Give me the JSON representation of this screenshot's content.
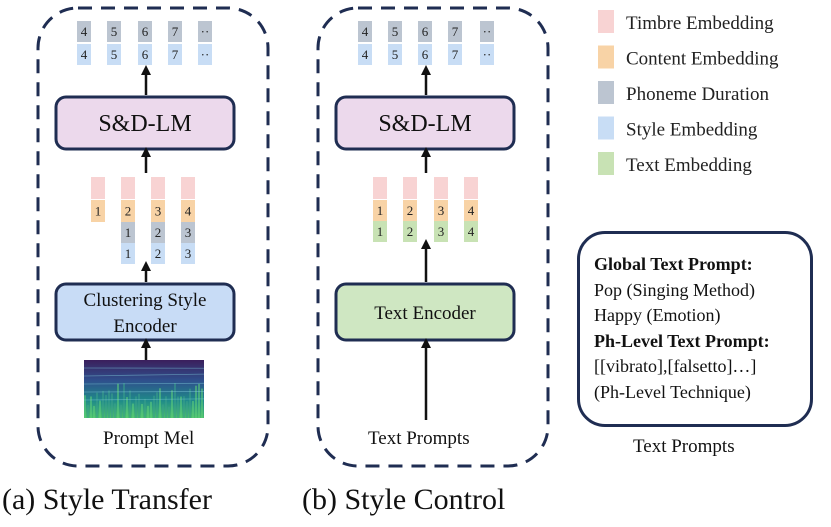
{
  "colors": {
    "timbre": "#f8d3d3",
    "content": "#f8d3a6",
    "duration": "#bcc5d1",
    "style": "#c8ddf5",
    "text": "#c8e2b4",
    "lm_box": "#ecd9ec",
    "encoder_style": "#c8dcf6",
    "encoder_text": "#cfe7c2",
    "border": "#1f2d52"
  },
  "legend": [
    {
      "label": "Timbre Embedding",
      "color_key": "timbre"
    },
    {
      "label": "Content Embedding",
      "color_key": "content"
    },
    {
      "label": "Phoneme Duration",
      "color_key": "duration"
    },
    {
      "label": "Style Embedding",
      "color_key": "style"
    },
    {
      "label": "Text Embedding",
      "color_key": "text"
    }
  ],
  "panel_a": {
    "output_tokens_top": [
      "4",
      "5",
      "6",
      "7",
      "··"
    ],
    "output_tokens_bottom": [
      "4",
      "5",
      "6",
      "7",
      "··"
    ],
    "lm_label": "S&D-LM",
    "input_content": [
      "1",
      "2",
      "3",
      "4"
    ],
    "input_duration": [
      "1",
      "2",
      "3"
    ],
    "input_style": [
      "1",
      "2",
      "3"
    ],
    "encoder_label_line1": "Clustering Style",
    "encoder_label_line2": "Encoder",
    "input_label": "Prompt Mel",
    "caption": "(a) Style Transfer"
  },
  "panel_b": {
    "output_tokens_top": [
      "4",
      "5",
      "6",
      "7",
      "··"
    ],
    "output_tokens_bottom": [
      "4",
      "5",
      "6",
      "7",
      "··"
    ],
    "lm_label": "S&D-LM",
    "input_content": [
      "1",
      "2",
      "3",
      "4"
    ],
    "input_text": [
      "1",
      "2",
      "3",
      "4"
    ],
    "encoder_label": "Text Encoder",
    "input_label": "Text Prompts",
    "caption": "(b) Style Control"
  },
  "text_prompt_box": {
    "global_heading": "Global Text Prompt:",
    "global_line1": "Pop (Singing Method)",
    "global_line2": "Happy (Emotion)",
    "ph_heading": "Ph-Level Text Prompt:",
    "ph_line1": "[[vibrato],[falsetto]…]",
    "ph_line2": "(Ph-Level Technique)",
    "label": "Text Prompts"
  }
}
